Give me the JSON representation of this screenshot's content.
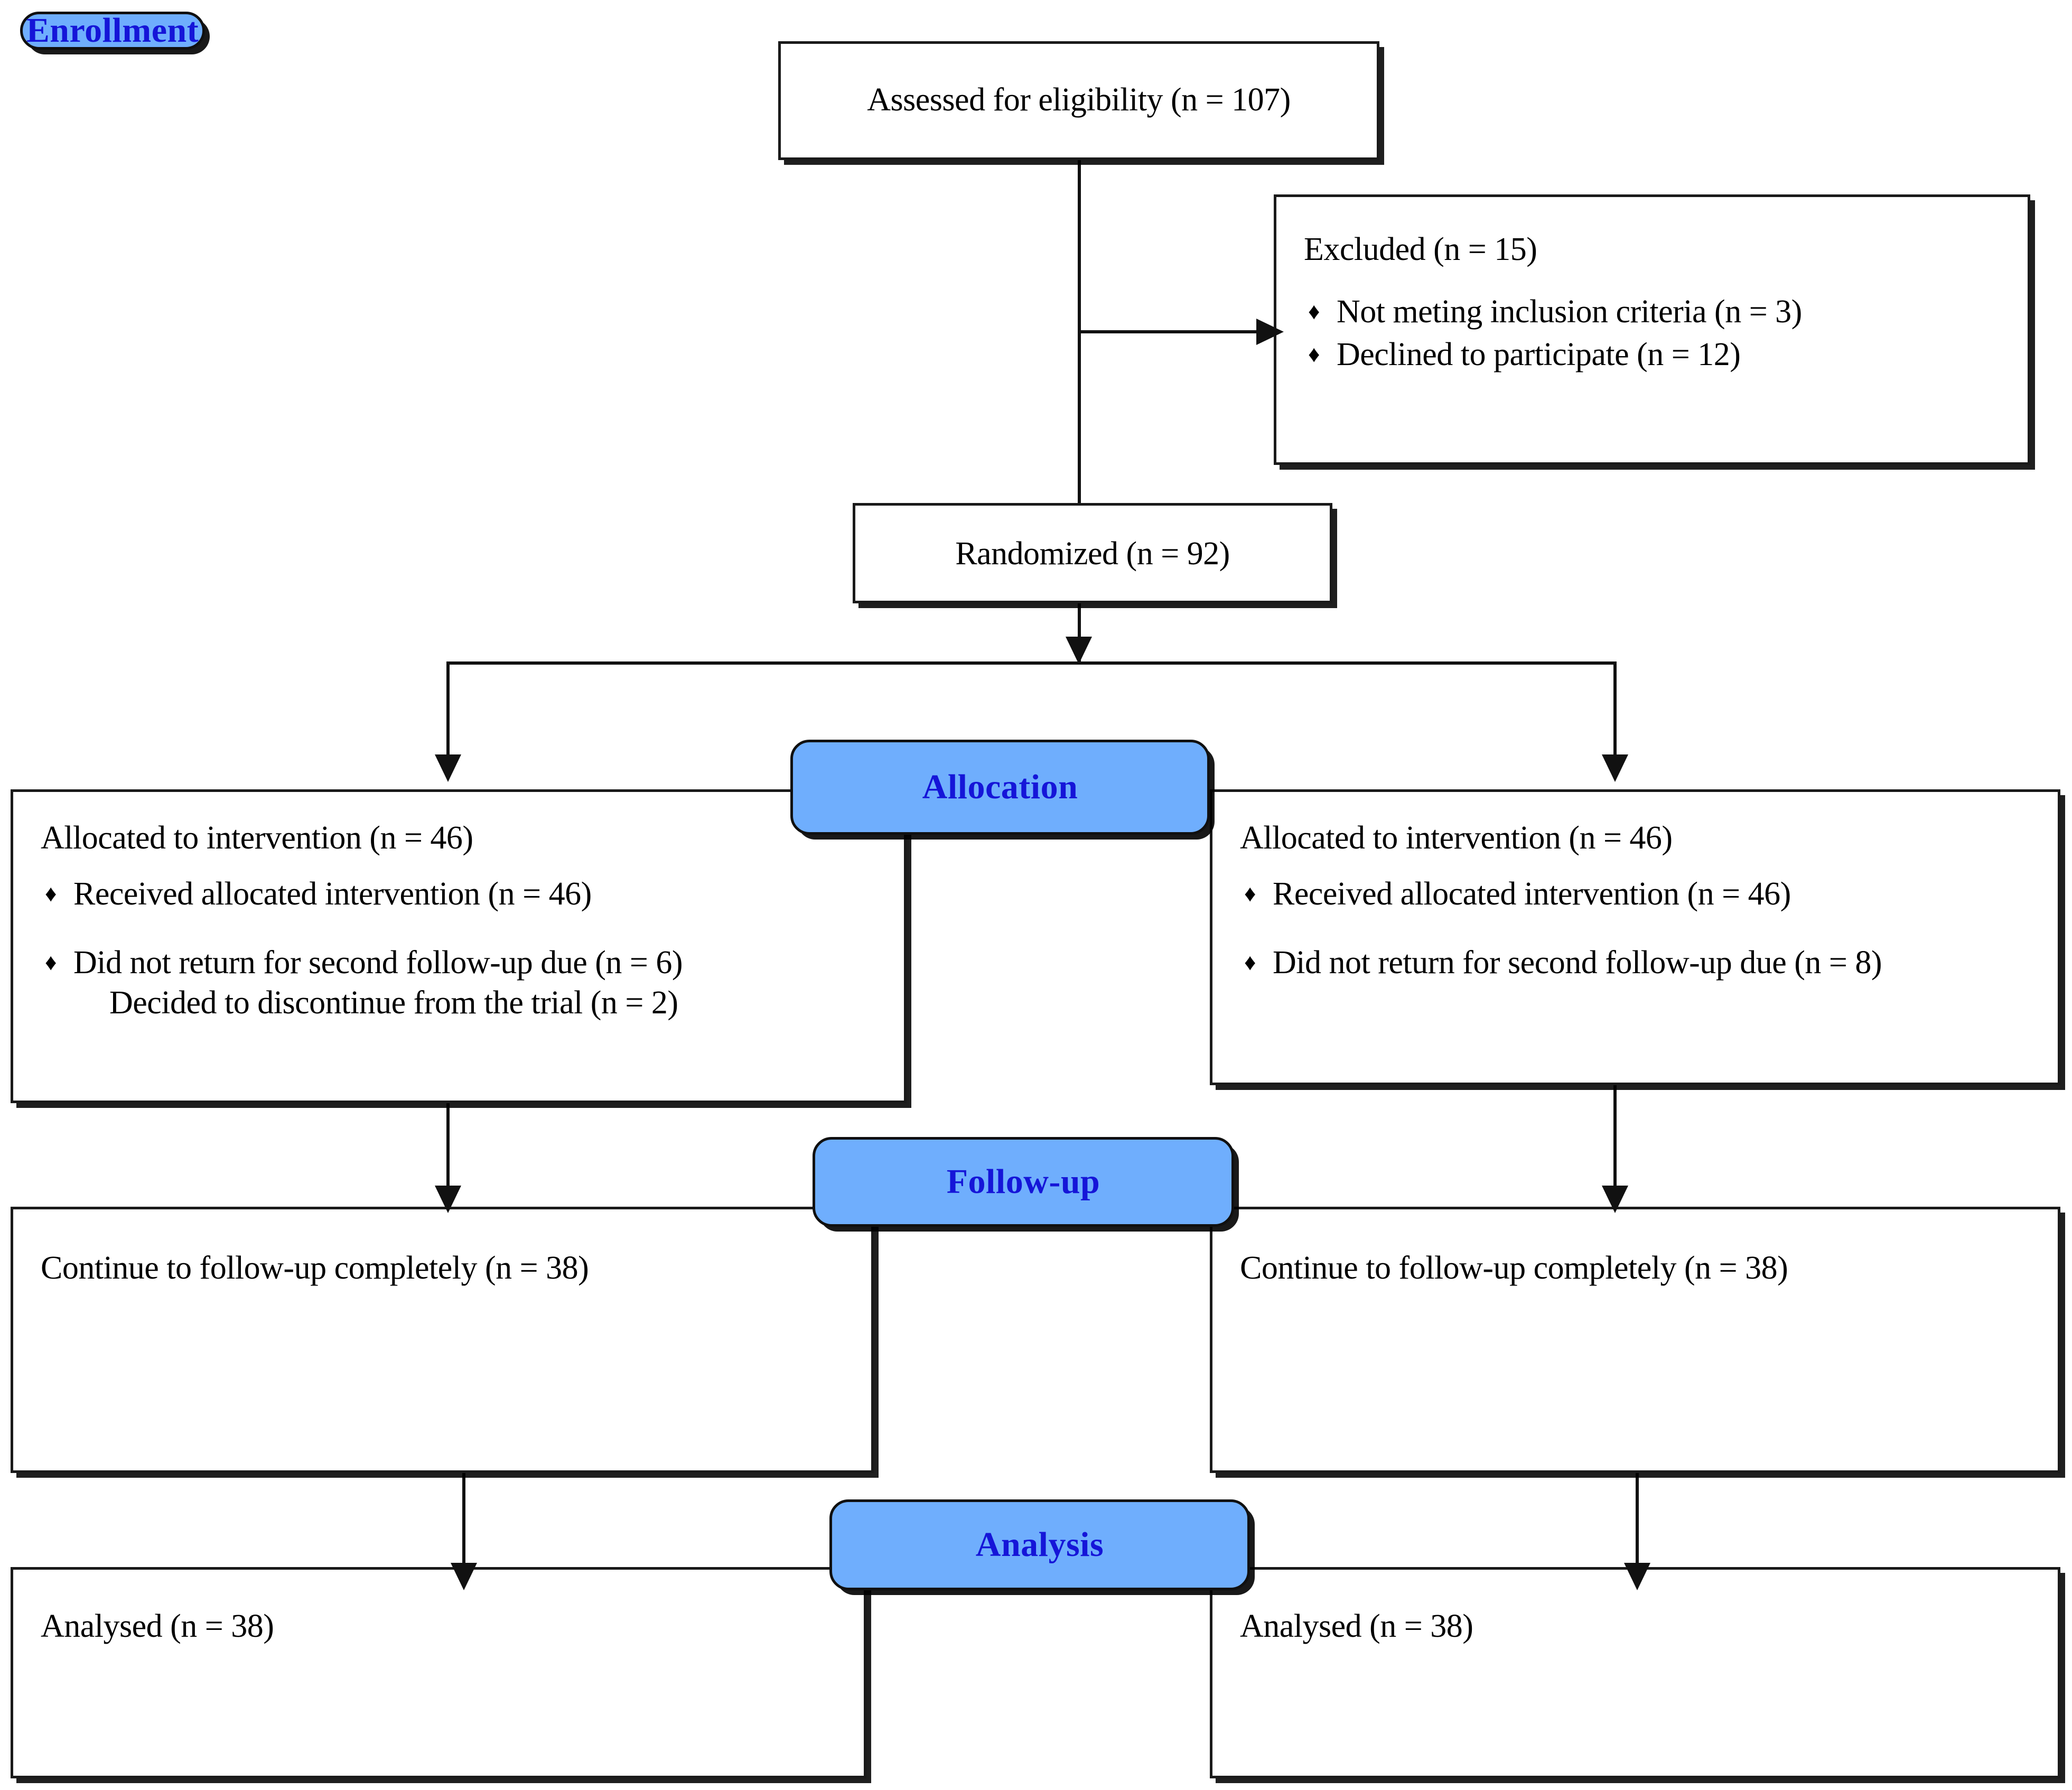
{
  "diagram": {
    "type": "consort-flow-diagram",
    "stage_labels": [
      {
        "id": "enrollment",
        "label": "Enrollment"
      },
      {
        "id": "allocation",
        "label": "Allocation"
      },
      {
        "id": "followup",
        "label": "Follow-up"
      },
      {
        "id": "analysis",
        "label": "Analysis"
      }
    ],
    "enrollment": {
      "assessed": {
        "text": "Assessed for eligibility (n = 107)",
        "n": 107
      },
      "excluded": {
        "heading": "Excluded (n = 15)",
        "n": 15,
        "reasons": [
          {
            "bullet": "♦",
            "text": "Not meting inclusion criteria (n = 3)",
            "n": 3
          },
          {
            "bullet": "♦",
            "text": "Declined to participate (n = 12)",
            "n": 12
          }
        ]
      },
      "randomized": {
        "text": "Randomized (n = 92)",
        "n": 92
      }
    },
    "allocation": {
      "left": {
        "heading": "Allocated to intervention (n = 46)",
        "n": 46,
        "items": [
          {
            "bullet": "♦",
            "text": "Received allocated intervention (n = 46)",
            "n": 46
          },
          {
            "bullet": "♦",
            "text": "Did not return for second follow-up due (n = 6)",
            "n": 6
          },
          {
            "bullet": "",
            "text": "Decided to discontinue from the trial (n = 2)",
            "n": 2
          }
        ]
      },
      "right": {
        "heading": "Allocated to intervention (n = 46)",
        "n": 46,
        "items": [
          {
            "bullet": "♦",
            "text": "Received allocated intervention (n = 46)",
            "n": 46
          },
          {
            "bullet": "♦",
            "text": "Did not return for second follow-up due (n = 8)",
            "n": 8
          }
        ]
      }
    },
    "followup": {
      "left": {
        "text": "Continue to follow-up completely (n = 38)",
        "n": 38
      },
      "right": {
        "text": "Continue to follow-up completely (n = 38)",
        "n": 38
      }
    },
    "analysis": {
      "left": {
        "text": "Analysed (n = 38)",
        "n": 38
      },
      "right": {
        "text": "Analysed (n = 38)",
        "n": 38
      }
    },
    "colors": {
      "stage_fill": "#6FAEFD",
      "stage_text": "#1515D8",
      "box_border": "#1a1a1a",
      "box_fill": "#ffffff",
      "connector": "#111111",
      "body_text": "#000000"
    }
  }
}
